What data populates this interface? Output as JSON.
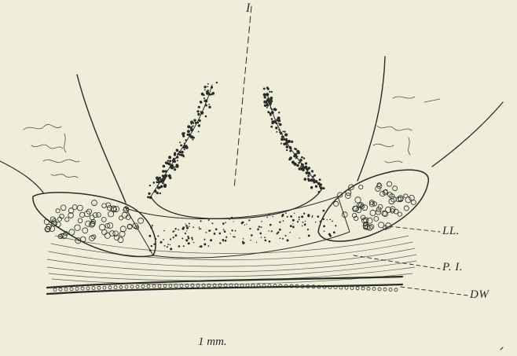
{
  "figure": {
    "labels": {
      "ll": "LL.",
      "pi": "P. I.",
      "dw": "DW",
      "top": "I"
    },
    "scale_text": "1 mm.",
    "colors": {
      "paper": "#eeeeda",
      "ink": "#2a2a2a"
    }
  }
}
